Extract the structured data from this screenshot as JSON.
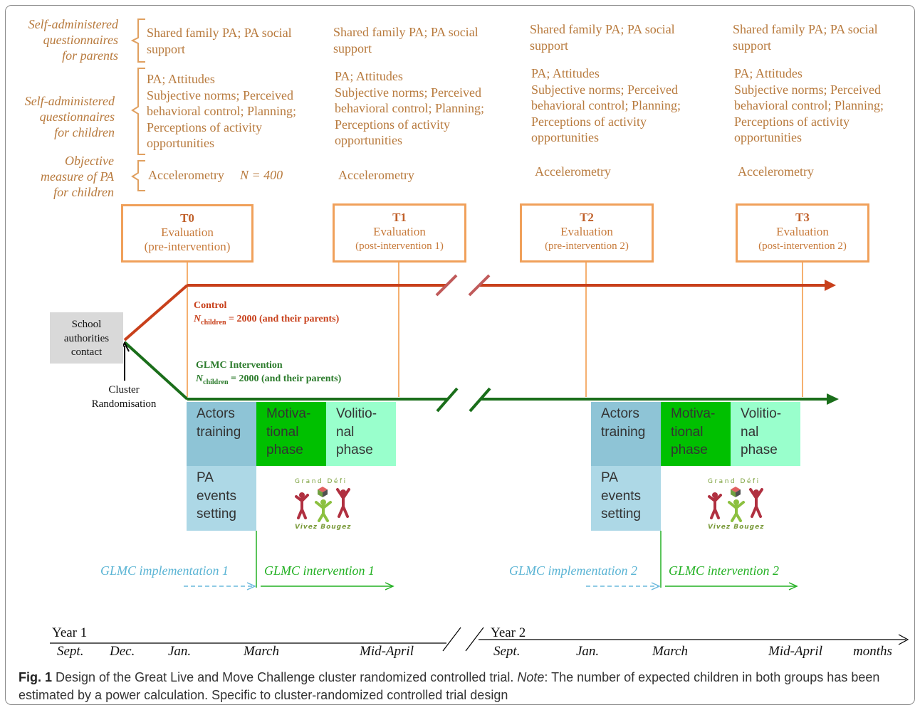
{
  "row_labels": {
    "parents_questionnaires": "Self-administered\nquestionnaires\nfor parents",
    "children_questionnaires": "Self-administered\nquestionnaires\nfor children",
    "objective_measure": "Objective\nmeasure of PA\nfor children"
  },
  "columns": [
    {
      "parents": "Shared family PA; PA social\nsupport",
      "children": "PA; Attitudes\nSubjective norms; Perceived\nbehavioral control; Planning;\nPerceptions of activity\nopportunities",
      "objective": "Accelerometry"
    },
    {
      "parents": "Shared family PA; PA social\nsupport",
      "children": "PA; Attitudes\nSubjective norms; Perceived\nbehavioral control; Planning;\nPerceptions of activity\nopportunities",
      "objective": "Accelerometry"
    },
    {
      "parents": "Shared family PA; PA social\nsupport",
      "children": "PA; Attitudes\nSubjective norms; Perceived\nbehavioral control; Planning;\nPerceptions of activity\nopportunities",
      "objective": "Accelerometry"
    },
    {
      "parents": "Shared family PA; PA social\nsupport",
      "children": "PA; Attitudes\nSubjective norms; Perceived\nbehavioral control; Planning;\nPerceptions of activity\nopportunities",
      "objective": "Accelerometry"
    }
  ],
  "sample_size": "N = 400",
  "evaluations": [
    {
      "title": "T0",
      "label": "Evaluation",
      "sub": "(pre-intervention)"
    },
    {
      "title": "T1",
      "label": "Evaluation",
      "sub": "(post-intervention 1)"
    },
    {
      "title": "T2",
      "label": "Evaluation",
      "sub": "(pre-intervention 2)"
    },
    {
      "title": "T3",
      "label": "Evaluation",
      "sub": "(post-intervention 2)"
    }
  ],
  "school_box": "School\nauthorities\ncontact",
  "cluster": "Cluster\nRandomisation",
  "control": {
    "title": "Control",
    "n_prefix": "N",
    "n_sub": "children",
    "n_text": " = 2000 (and their parents)"
  },
  "intervention": {
    "title": "GLMC Intervention",
    "n_prefix": "N",
    "n_sub": "children",
    "n_text": " = 2000 (and their parents)"
  },
  "phases": {
    "actors": "Actors\ntraining",
    "motivational": "Motiva-\ntional\nphase",
    "volitional": "Volitio-\nnal\nphase",
    "pa_events": "PA\nevents\nsetting"
  },
  "logo": {
    "top": "Grand Défi",
    "bottom": "Vivez Bougez"
  },
  "implementation": [
    "GLMC implementation 1",
    "GLMC implementation 2"
  ],
  "intervention_labels": [
    "GLMC intervention 1",
    "GLMC intervention 2"
  ],
  "timeline": {
    "year1": "Year 1",
    "year2": "Year 2",
    "year1_ticks": [
      "Sept.",
      "Dec.",
      "Jan.",
      "March",
      "Mid-April"
    ],
    "year2_ticks": [
      "Sept.",
      "Jan.",
      "March",
      "Mid-April"
    ],
    "unit": "months"
  },
  "caption": {
    "label": "Fig. 1",
    "text": " Design of the Great Live and Move Challenge cluster randomized controlled trial. ",
    "note_label": "Note",
    "note_text": ": The number of expected children in both groups has been estimated by a power calculation. Specific to cluster-randomized controlled trial design"
  },
  "colors": {
    "orange": "#f0a05a",
    "control_red": "#c8401b",
    "intervention_green": "#1a6e1a",
    "actors_blue": "#8ec4d6",
    "motiv_green": "#00c000",
    "volit_green": "#99ffcc",
    "impl_blue": "#5ab4d4",
    "interv_green": "#22b022"
  }
}
